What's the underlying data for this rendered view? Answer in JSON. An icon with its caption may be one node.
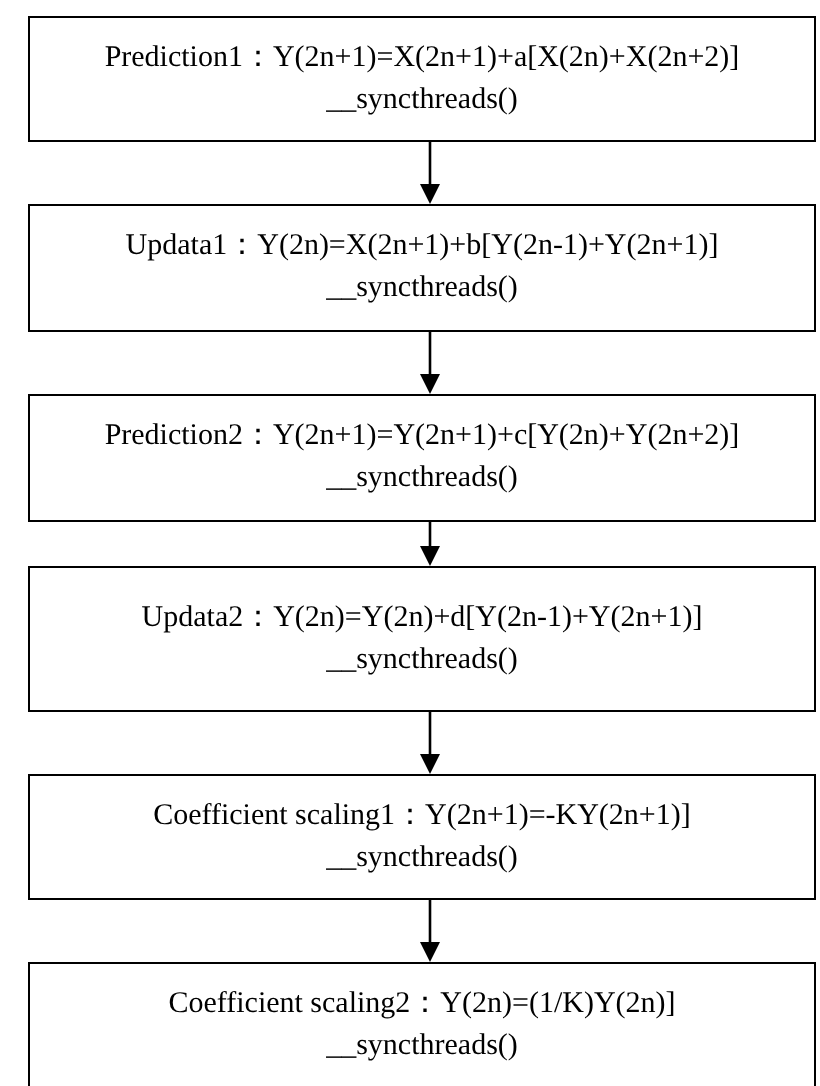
{
  "diagram": {
    "nodes": [
      {
        "text": [
          "Prediction1：Y(2n+1)=X(2n+1)+a[X(2n)+X(2n+2)]",
          "__syncthreads()"
        ]
      },
      {
        "text": [
          "Updata1：Y(2n)=X(2n+1)+b[Y(2n-1)+Y(2n+1)]",
          "__syncthreads()"
        ]
      },
      {
        "text": [
          "Prediction2：Y(2n+1)=Y(2n+1)+c[Y(2n)+Y(2n+2)]",
          "__syncthreads()"
        ]
      },
      {
        "text": [
          "Updata2：Y(2n)=Y(2n)+d[Y(2n-1)+Y(2n+1)]",
          "__syncthreads()"
        ]
      },
      {
        "text": [
          "Coefficient scaling1：Y(2n+1)=-KY(2n+1)]",
          "__syncthreads()"
        ]
      },
      {
        "text": [
          "Coefficient scaling2：Y(2n)=(1/K)Y(2n)]",
          "__syncthreads()"
        ]
      }
    ],
    "edges": [
      {
        "from": 0,
        "to": 1,
        "arrow": "to"
      },
      {
        "from": 1,
        "to": 2,
        "arrow": "to"
      },
      {
        "from": 2,
        "to": 3,
        "arrow": "to"
      },
      {
        "from": 3,
        "to": 4,
        "arrow": "to"
      },
      {
        "from": 4,
        "to": 5,
        "arrow": "to"
      }
    ]
  }
}
